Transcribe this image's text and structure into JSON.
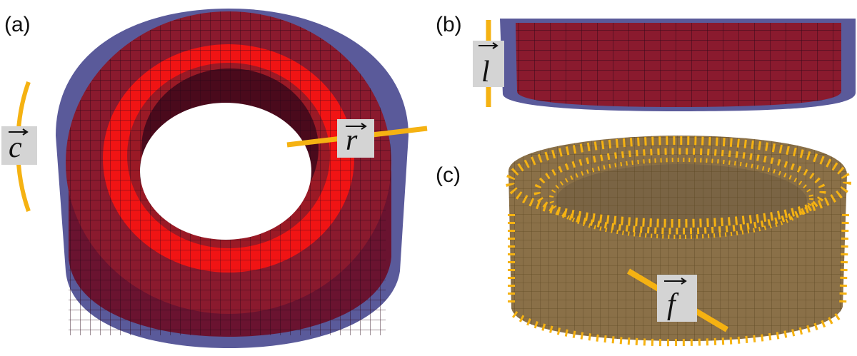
{
  "panels": {
    "a": {
      "label": "(a)",
      "vector_label": "c",
      "vector_label_2": "r"
    },
    "b": {
      "label": "(b)",
      "vector_label": "l"
    },
    "c": {
      "label": "(c)",
      "vector_label": "f"
    }
  },
  "colors": {
    "shell": "#5a5a9a",
    "mesh_dark": "#8a1a2e",
    "mesh_bright": "#f01414",
    "mesh_lines": "#2a0818",
    "vector": "#f5b212",
    "fiber_body": "#a8895a",
    "label_box": "#d4d4d4"
  }
}
